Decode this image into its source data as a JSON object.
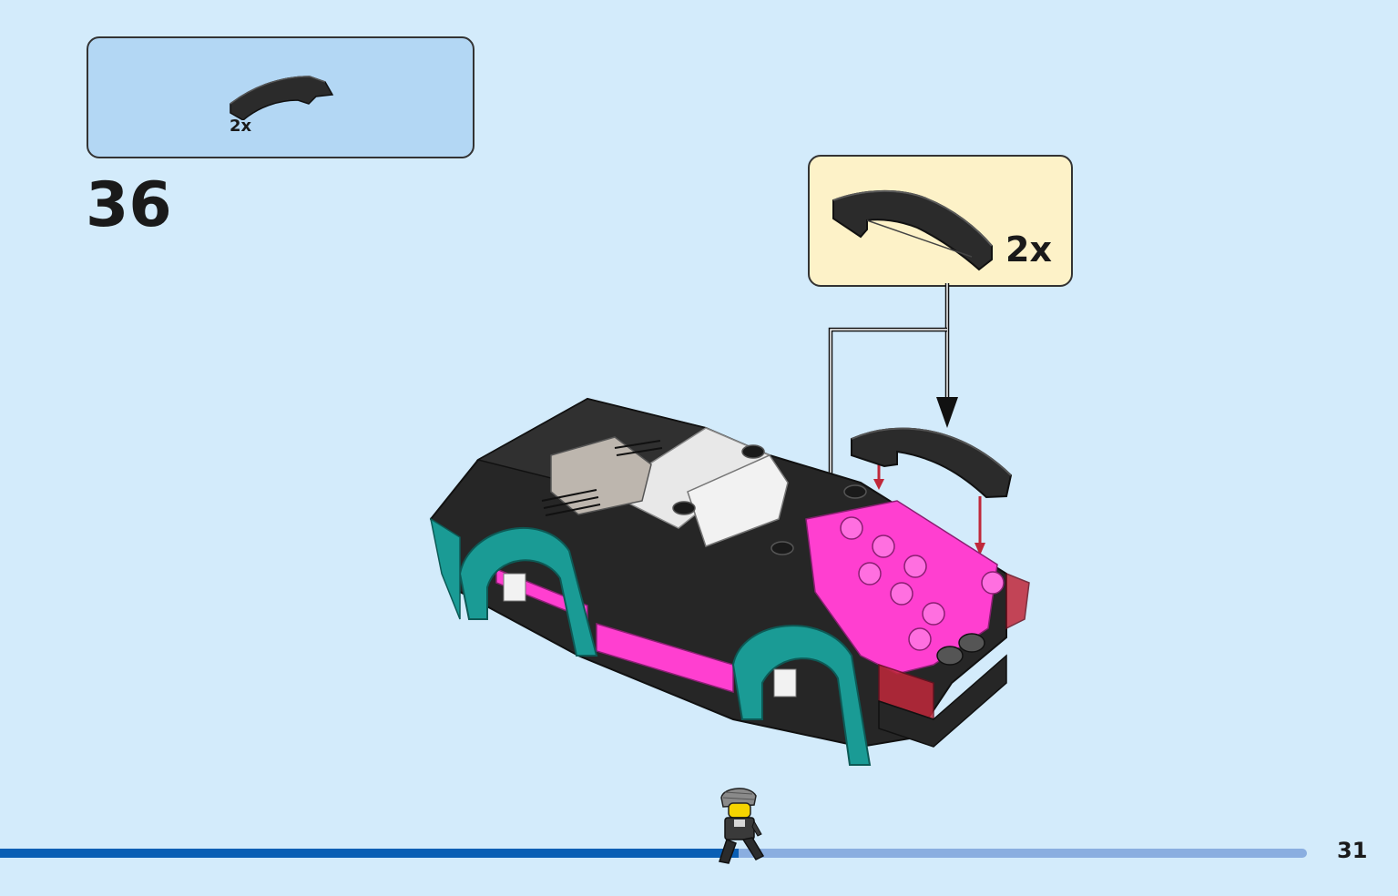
{
  "parts_list": {
    "quantity": "2x",
    "part_icon": "curved-slope-brick-icon",
    "part_color": "#2b2b2b"
  },
  "step": {
    "number": "36"
  },
  "callout": {
    "quantity": "2x",
    "part_icon": "curved-slope-brick-icon",
    "background": "#fdf2c8"
  },
  "model": {
    "icon": "race-car-model-icon",
    "colors": {
      "body": "#262626",
      "teal": "#1a9b95",
      "pink": "#ff3fd0",
      "gray": "#bdb6ae",
      "white": "#f2f2f2",
      "red": "#c0283a"
    }
  },
  "progress": {
    "fraction": 0.565,
    "filled_color": "#0a5fb4",
    "remaining_color": "#8aaee0"
  },
  "page": {
    "number": "31"
  }
}
